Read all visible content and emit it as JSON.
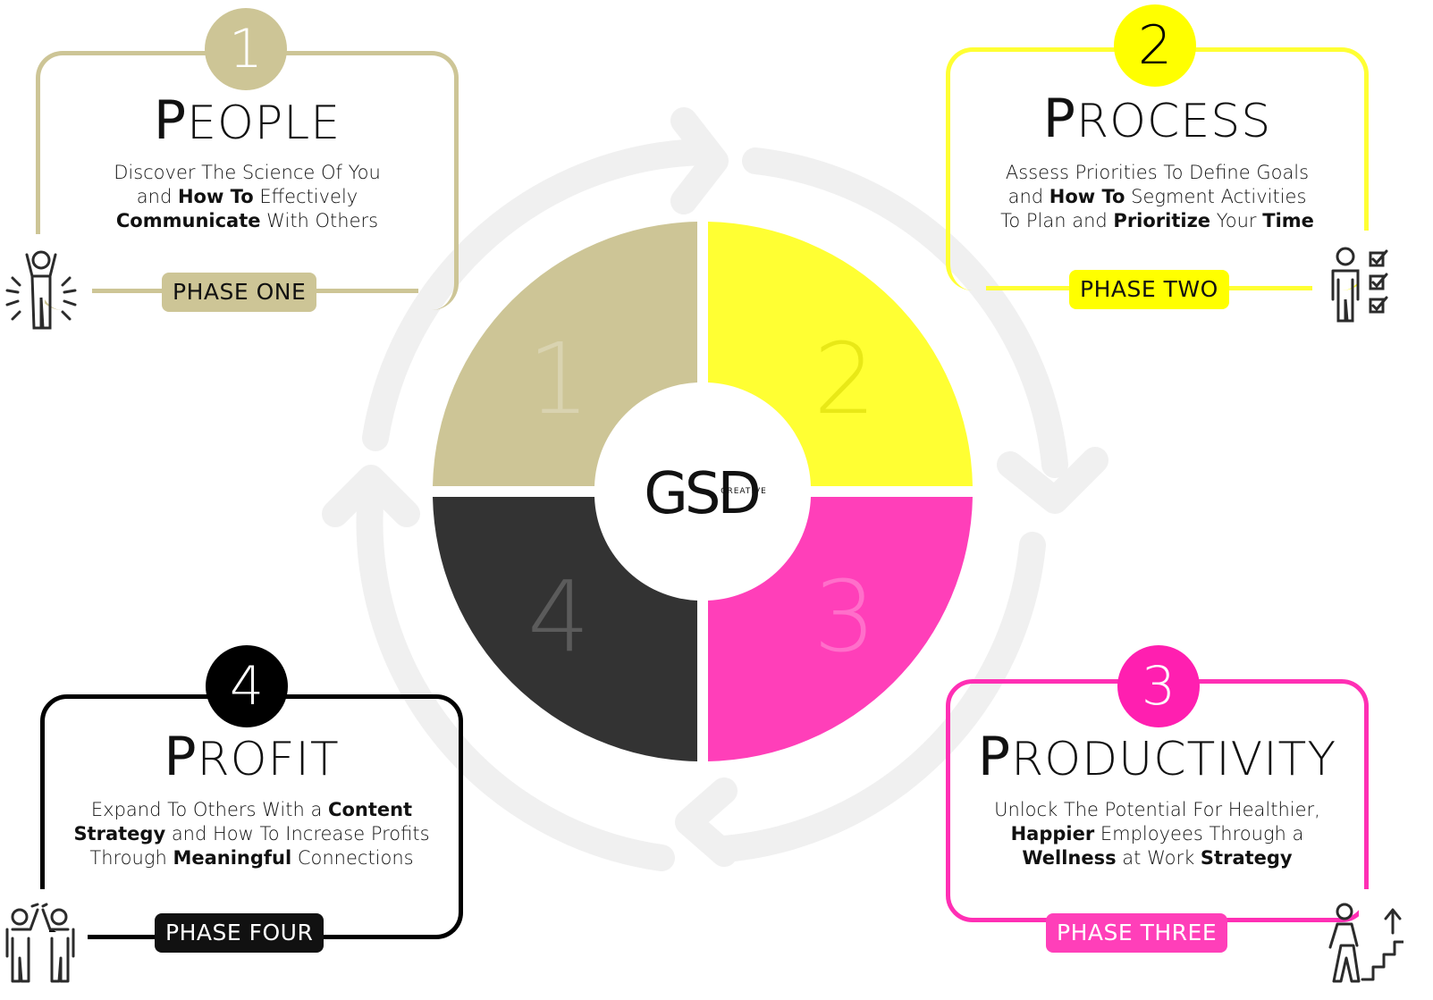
{
  "colors": {
    "people": "#cdc596",
    "process": "#ffff33",
    "productivity": "#ff3fb9",
    "profit": "#333333",
    "ring": "#f0f0f0"
  },
  "center_logo": {
    "mark": "GSD",
    "sub": "CREATIVE"
  },
  "quadrant_numbers": [
    "1",
    "2",
    "3",
    "4"
  ],
  "phases": [
    {
      "number": "1",
      "title_first": "P",
      "title_rest": "EOPLE",
      "desc_lines": [
        [
          {
            "t": "Discover The Science Of You",
            "b": false
          }
        ],
        [
          {
            "t": "and ",
            "b": false
          },
          {
            "t": "How To",
            "b": true
          },
          {
            "t": " Effectively",
            "b": false
          }
        ],
        [
          {
            "t": "Communicate",
            "b": true
          },
          {
            "t": " With Others",
            "b": false
          }
        ]
      ],
      "phase_label": "PHASE ONE",
      "icon": "person-celebrating-icon"
    },
    {
      "number": "2",
      "title_first": "P",
      "title_rest": "ROCESS",
      "desc_lines": [
        [
          {
            "t": "Assess Priorities To Define Goals",
            "b": false
          }
        ],
        [
          {
            "t": "and ",
            "b": false
          },
          {
            "t": "How To",
            "b": true
          },
          {
            "t": " Segment Activities",
            "b": false
          }
        ],
        [
          {
            "t": "To Plan and ",
            "b": false
          },
          {
            "t": "Prioritize",
            "b": true
          },
          {
            "t": " Your ",
            "b": false
          },
          {
            "t": "Time",
            "b": true
          }
        ]
      ],
      "phase_label": "PHASE TWO",
      "icon": "person-checklist-icon"
    },
    {
      "number": "3",
      "title_first": "P",
      "title_rest": "RODUCTIVITY",
      "desc_lines": [
        [
          {
            "t": "Unlock The Potential For Healthier,",
            "b": false
          }
        ],
        [
          {
            "t": "Happier",
            "b": true
          },
          {
            "t": " Employees Through a",
            "b": false
          }
        ],
        [
          {
            "t": "Wellness",
            "b": true
          },
          {
            "t": " at Work ",
            "b": false
          },
          {
            "t": "Strategy",
            "b": true
          }
        ]
      ],
      "phase_label": "PHASE THREE",
      "icon": "person-climbing-stairs-icon"
    },
    {
      "number": "4",
      "title_first": "P",
      "title_rest": "ROFIT",
      "desc_lines": [
        [
          {
            "t": "Expand To Others With a ",
            "b": false
          },
          {
            "t": "Content",
            "b": true
          }
        ],
        [
          {
            "t": "Strategy",
            "b": true
          },
          {
            "t": " and How To Increase Profits",
            "b": false
          }
        ],
        [
          {
            "t": "Through ",
            "b": false
          },
          {
            "t": "Meaningful",
            "b": true
          },
          {
            "t": " Connections",
            "b": false
          }
        ]
      ],
      "phase_label": "PHASE FOUR",
      "icon": "two-people-high-five-icon"
    }
  ]
}
